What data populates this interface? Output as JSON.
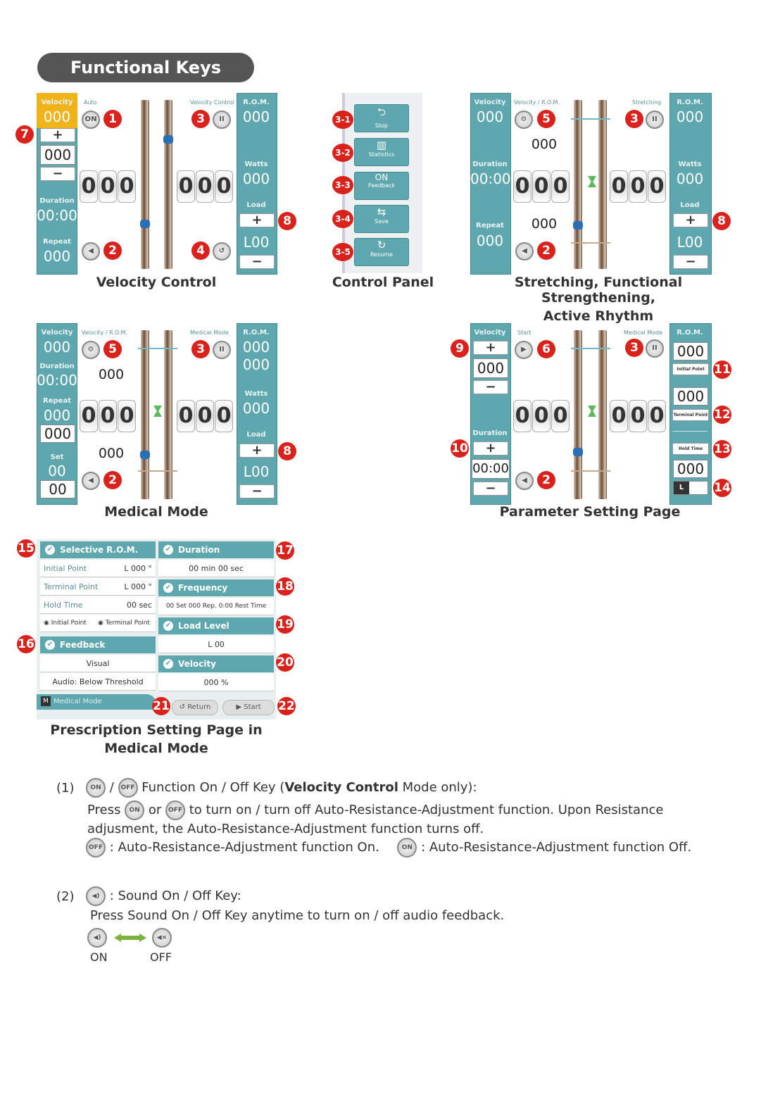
{
  "header": {
    "title": "Functional Keys"
  },
  "captions": {
    "velocity_control": "Velocity Control",
    "control_panel": "Control Panel",
    "stretching_l1": "Stretching, Functional Strengthening,",
    "stretching_l2": "Active Rhythm",
    "medical_mode": "Medical Mode",
    "parameter_setting": "Parameter Setting Page",
    "prescription_l1": "Prescription Setting Page in",
    "prescription_l2": "Medical Mode"
  },
  "labels": {
    "velocity": "Velocity",
    "duration": "Duration",
    "repeat": "Repeat",
    "set": "Set",
    "rom": "R.O.M.",
    "watts": "Watts",
    "load": "Load",
    "auto": "Auto",
    "velocity_control": "Velocity Control",
    "velocity_rom": "Velocity / R.O.M.",
    "stretching": "Stretching",
    "medical_mode": "Medical Mode",
    "start": "Start",
    "initial_point": "Initial Point",
    "terminal_point": "Terminal Point",
    "hold_time": "Hold Time",
    "plus": "+",
    "minus": "−"
  },
  "values": {
    "v000": "000",
    "time": "00:00",
    "load": "L00",
    "set": "00",
    "digit": "0",
    "unit_deg": "°",
    "unit_vel": "%"
  },
  "badges": [
    "1",
    "2",
    "3",
    "4",
    "5",
    "6",
    "7",
    "8",
    "9",
    "10",
    "11",
    "12",
    "13",
    "14",
    "15",
    "16",
    "17",
    "18",
    "19",
    "20",
    "21",
    "22",
    "3-1",
    "3-2",
    "3-3",
    "3-4",
    "3-5"
  ],
  "control_panel": {
    "stop": "Stop",
    "statistics": "Statistics",
    "on": "ON",
    "feedback": "Feedback",
    "save": "Save",
    "resume": "Resume"
  },
  "prescription": {
    "selective_rom": "Selective R.O.M.",
    "initial_point": "Initial Point",
    "initial_val": "L 000 °",
    "terminal_point": "Terminal Point",
    "terminal_val": "L 000 °",
    "hold_time": "Hold Time",
    "hold_val": "00 sec",
    "radio_initial": "Initial Point",
    "radio_terminal": "Terminal Point",
    "feedback": "Feedback",
    "visual": "Visual",
    "audio": "Audio: Below Threshold",
    "duration": "Duration",
    "duration_val": "00 min  00 sec",
    "frequency": "Frequency",
    "frequency_val": "00 Set  000 Rep.  0:00 Rest Time",
    "load_level": "Load Level",
    "load_val": "L 00",
    "velocity": "Velocity",
    "velocity_val": "000 %",
    "medical_mode": "Medical Mode",
    "return": "Return",
    "start": "Start"
  },
  "icons": {
    "on": "ON",
    "off": "OFF"
  },
  "text": {
    "p1_num": "(1)",
    "p1_slash": "/",
    "p1_title_a": "Function On / Off Key (",
    "p1_title_b": "Velocity Control",
    "p1_title_c": " Mode only):",
    "p1_press": "Press",
    "p1_or": "or",
    "p1_tail": "to turn on / turn off Auto-Resistance-Adjustment function. Upon Resistance",
    "p1_line2": "adjusment, the Auto-Resistance-Adjustment function turns off.",
    "p1_off_desc": ": Auto-Resistance-Adjustment function On.",
    "p1_on_desc": ": Auto-Resistance-Adjustment function Off.",
    "p2_num": "(2)",
    "p2_title": ": Sound On / Off Key:",
    "p2_line": "Press Sound On / Off Key anytime to turn on / off audio feedback.",
    "on_label": "ON",
    "off_label": "OFF"
  }
}
